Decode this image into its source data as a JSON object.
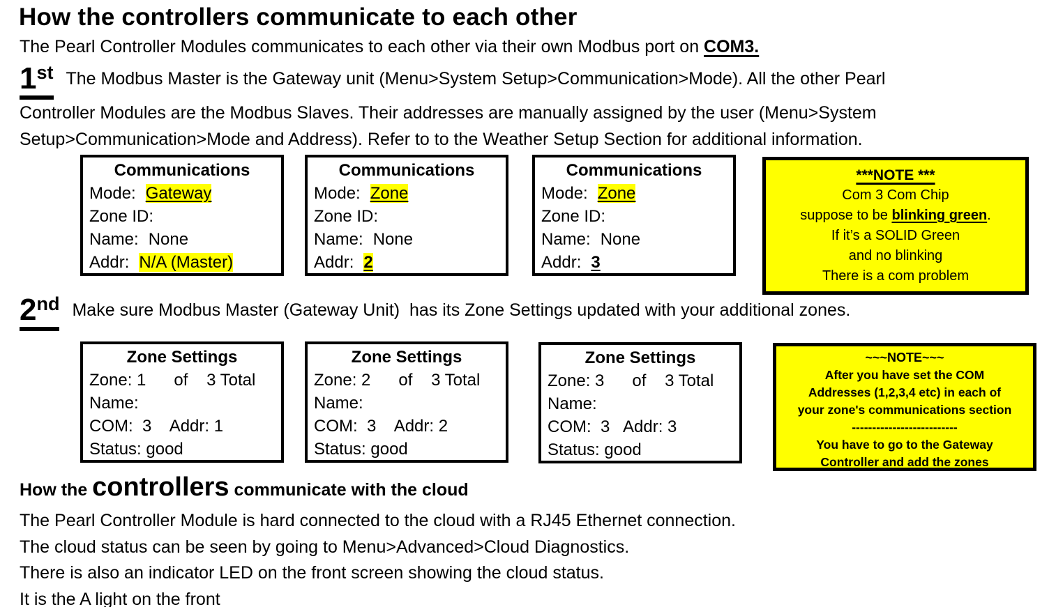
{
  "page": {
    "title": "How the controllers communicate to each other",
    "intro": {
      "text": "The Pearl Controller Modules communicates to each other via their own Modbus port on ",
      "com3": "COM3."
    },
    "step1": {
      "marker": "1",
      "marker_sup": "st",
      "lines": [
        "The Modbus Master is the Gateway unit (Menu>System Setup>Communication>Mode). All the other Pearl",
        "Controller Modules are the Modbus Slaves. Their addresses are manually assigned by the user (Menu>System",
        "Setup>Communication>Mode and Address). Refer to to the Weather Setup Section for additional information."
      ]
    },
    "step2": {
      "marker": "2",
      "marker_sup": "nd",
      "text": "Make sure Modbus Master (Gateway Unit)  has its Zone Settings updated with your additional zones."
    },
    "cloud": {
      "heading_prefix": "How the ",
      "heading_large": "controllers",
      "heading_suffix": " communicate with the cloud",
      "lines": [
        "The Pearl Controller Module is hard connected to the cloud with a RJ45 Ethernet connection.",
        "The cloud status can be seen by going to Menu>Advanced>Cloud Diagnostics.",
        "There is also an indicator LED on the front screen showing the cloud status.",
        "It is the A light on the front"
      ]
    }
  },
  "comm_boxes": [
    {
      "title": "Communications",
      "mode_label": "Mode:",
      "mode_value": "Gateway",
      "zone_id_label": "Zone ID:",
      "name_label": "Name:",
      "name_value": "None",
      "addr_label": "Addr:",
      "addr_value": "N/A (Master)"
    },
    {
      "title": "Communications",
      "mode_label": "Mode:",
      "mode_value": "Zone",
      "zone_id_label": "Zone ID:",
      "name_label": "Name:",
      "name_value": "None",
      "addr_label": "Addr:",
      "addr_value": "2"
    },
    {
      "title": "Communications",
      "mode_label": "Mode:",
      "mode_value": "Zone",
      "zone_id_label": "Zone ID:",
      "name_label": "Name:",
      "name_value": "None",
      "addr_label": "Addr:",
      "addr_value": "3"
    }
  ],
  "zone_boxes": [
    {
      "title": "Zone Settings",
      "zone_line": "Zone: 1      of    3 Total",
      "name_line": "Name:",
      "com_line": "COM:  3    Addr: 1",
      "status_line": "Status: good"
    },
    {
      "title": "Zone Settings",
      "zone_line": "Zone: 2      of    3 Total",
      "name_line": "Name:",
      "com_line": "COM:  3    Addr: 2",
      "status_line": "Status: good"
    },
    {
      "title": "Zone Settings",
      "zone_line": "Zone: 3      of    3 Total",
      "name_line": "Name:",
      "com_line": "COM:  3   Addr: 3",
      "status_line": "Status: good"
    }
  ],
  "notes": {
    "note1": {
      "title": "***NOTE ***",
      "line1": "Com 3 Com Chip",
      "line2_prefix": "suppose to be ",
      "line2_bold": "blinking green",
      "line2_suffix": ".",
      "line3": "If it’s a SOLID Green",
      "line4": "and no blinking",
      "line5": "There is a com problem"
    },
    "note2": {
      "title": "~~~NOTE~~~",
      "lines": [
        "After you have set the COM",
        "Addresses (1,2,3,4 etc) in each of",
        "your zone's communications section",
        "--------------------------",
        "You have to go to the Gateway",
        "Controller and add the zones"
      ]
    }
  },
  "colors": {
    "highlight": "#ffff00",
    "note_background": "#ffff00",
    "border": "#000000"
  }
}
